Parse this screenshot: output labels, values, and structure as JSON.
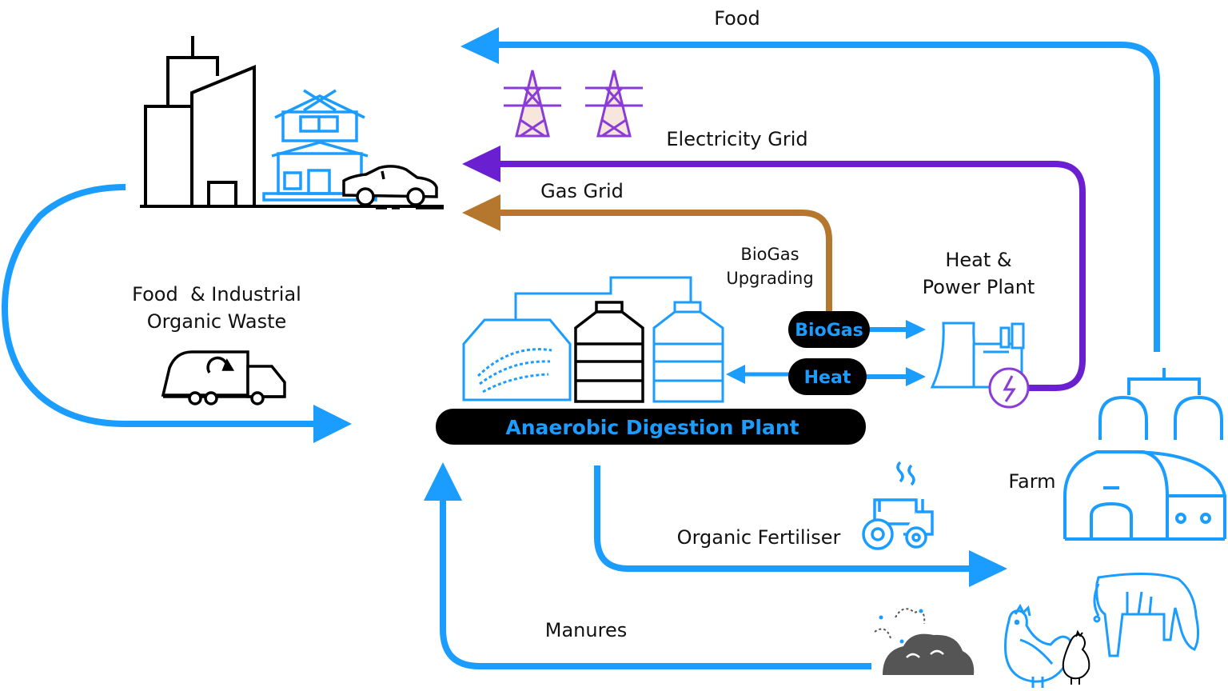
{
  "labels": {
    "food": "Food",
    "electricity_grid": "Electricity Grid",
    "gas_grid": "Gas Grid",
    "biogas_upgrading_line1": "BioGas",
    "biogas_upgrading_line2": "Upgrading",
    "heat_power_line1": "Heat &",
    "heat_power_line2": "Power Plant",
    "waste_line1": "Food  & Industrial",
    "waste_line2": "Organic Waste",
    "farm": "Farm",
    "organic_fertiliser": "Organic Fertiliser",
    "manures": "Manures"
  },
  "pills": {
    "biogas": "BioGas",
    "heat": "Heat"
  },
  "plant": {
    "label": "Anaerobic Digestion Plant"
  },
  "colors": {
    "blue": "#1b9cff",
    "purple": "#6a1fd0",
    "brown": "#b5772d",
    "black": "#000000",
    "pylon_purple": "#8a3bd8",
    "pylon_fill": "#f6e6dc",
    "grey": "#555555"
  },
  "icons": [
    "city-buildings-icon",
    "house-icon",
    "car-icon",
    "power-pylon-icon",
    "garbage-truck-icon",
    "digester-tank-icon",
    "power-plant-icon",
    "lightning-icon",
    "farm-barn-icon",
    "tractor-icon",
    "chicken-icon",
    "cow-icon",
    "manure-pile-icon"
  ]
}
